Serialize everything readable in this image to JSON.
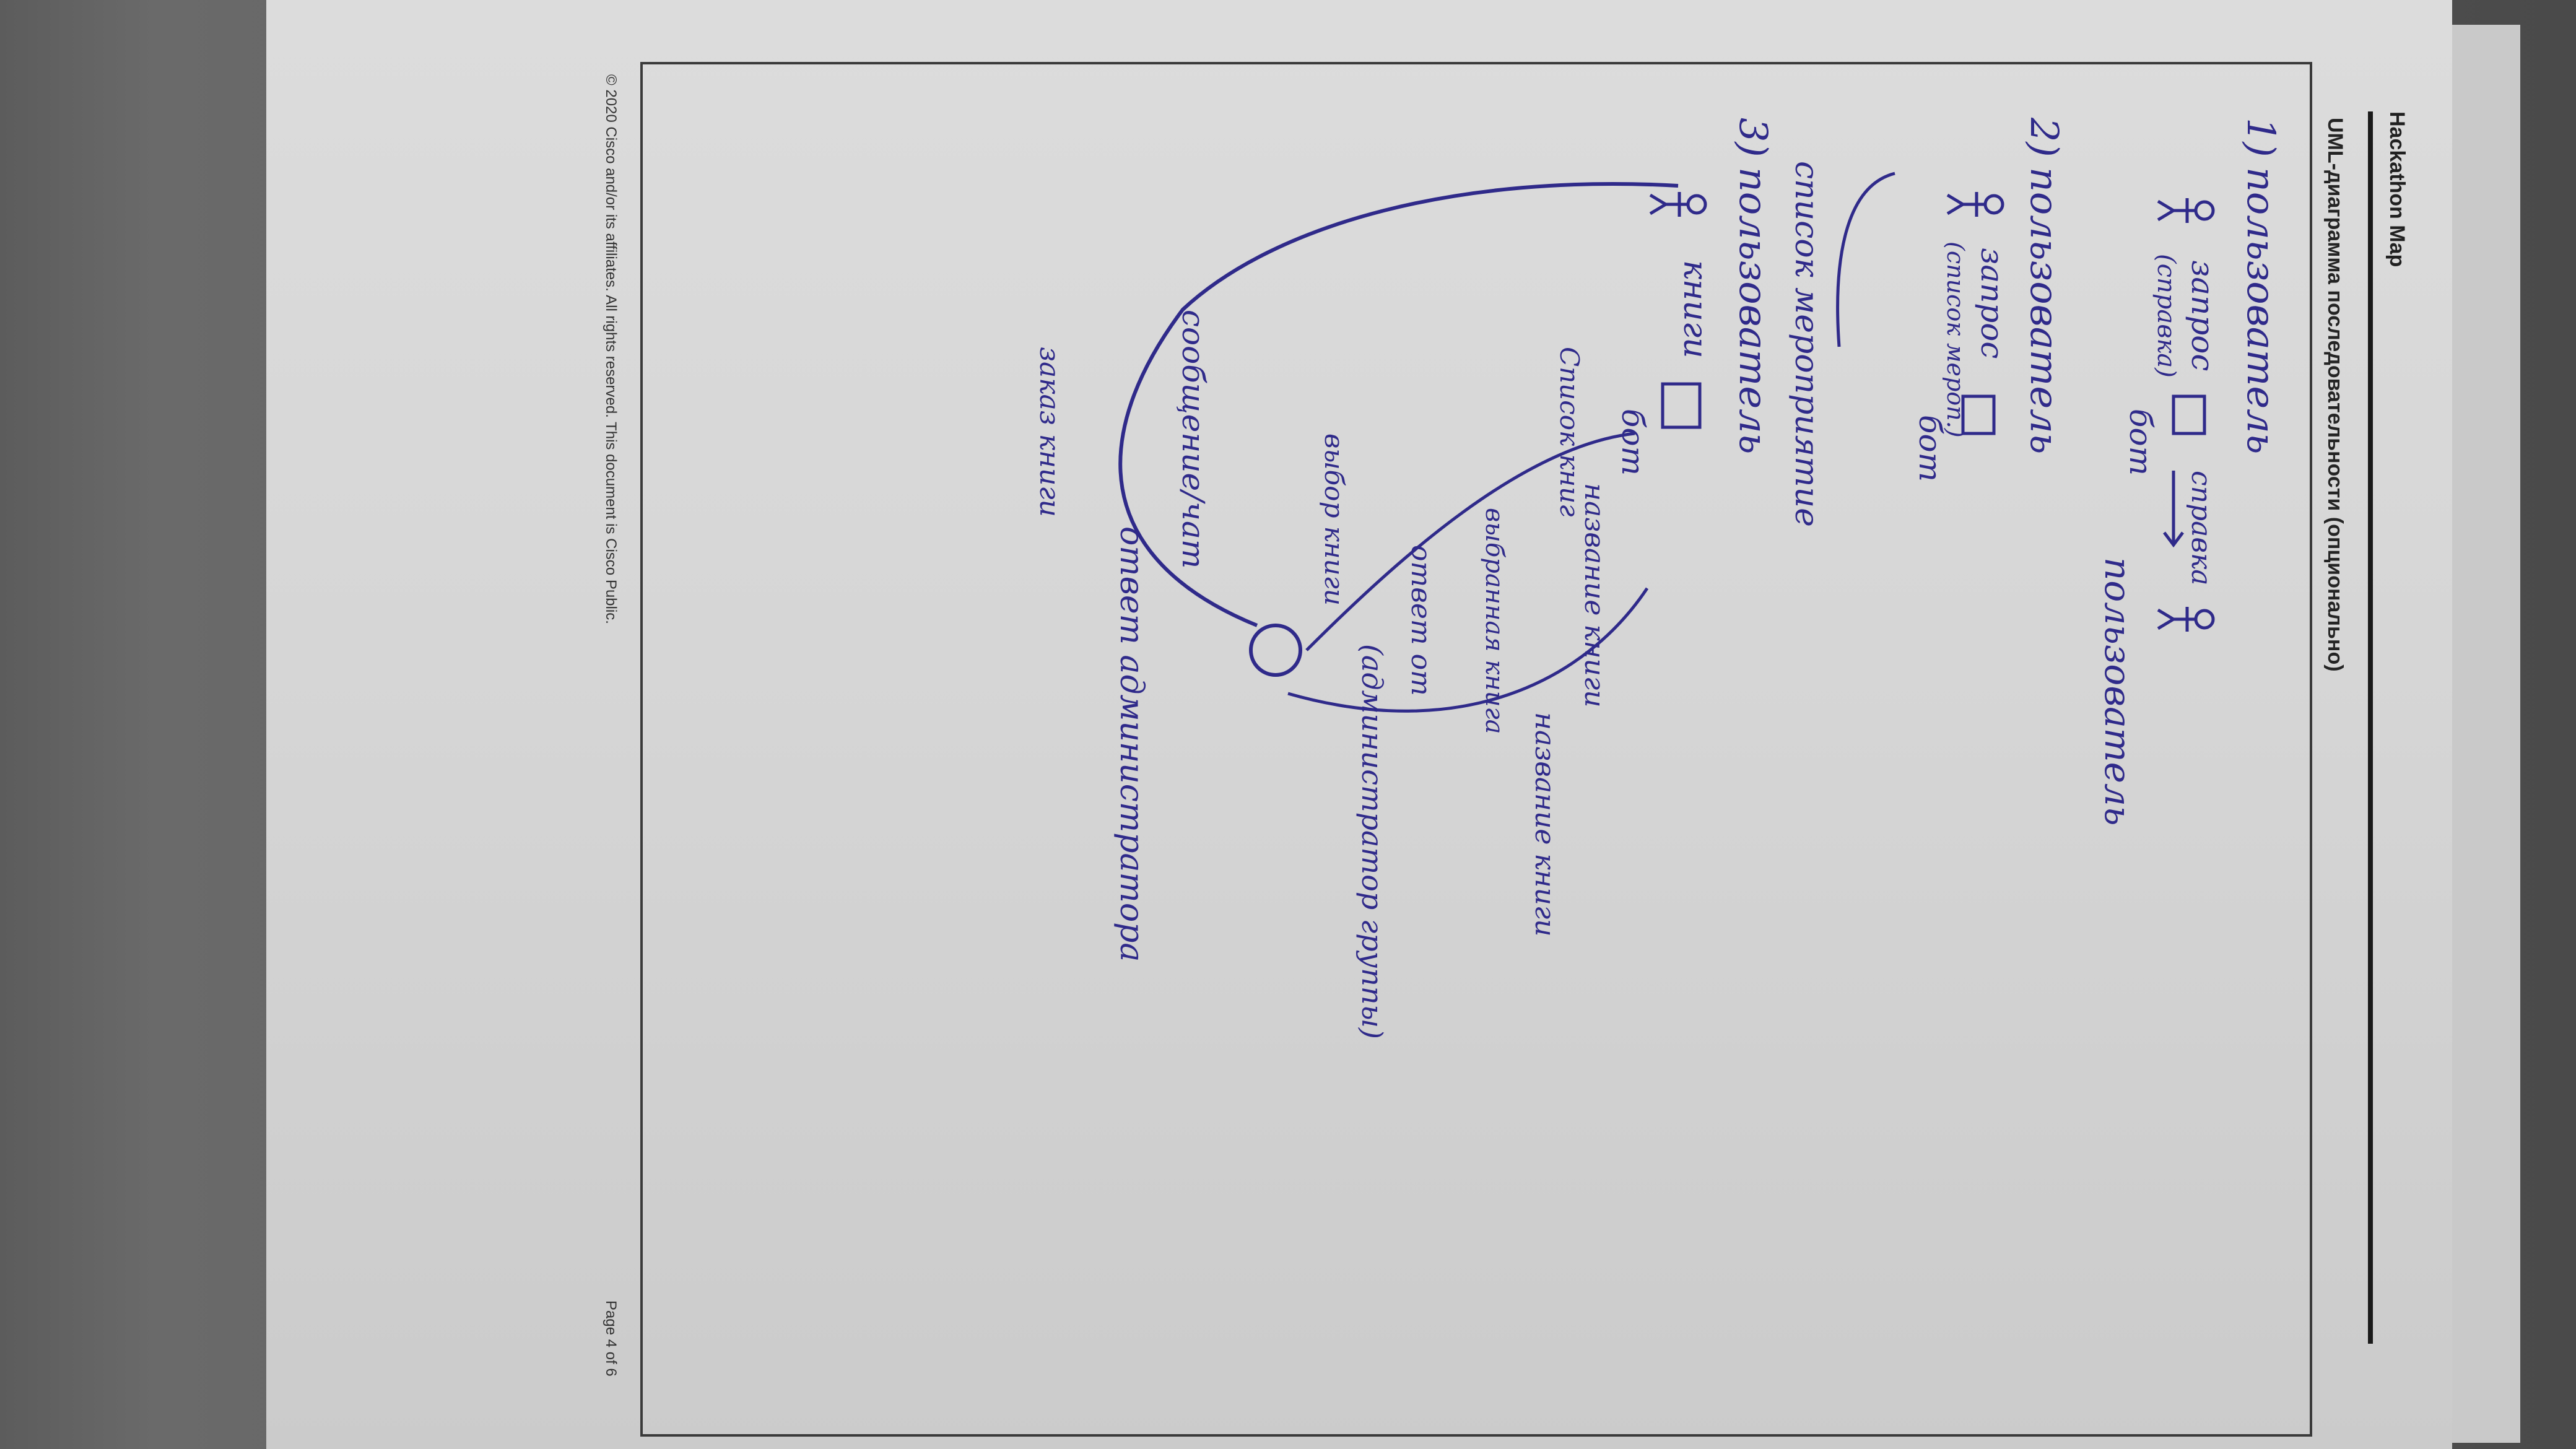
{
  "document": {
    "header_title": "Hackathon Map",
    "subtitle": "UML-диаграмма последовательности (опционально)",
    "footer_left": "© 2020 Cisco and/or its affiliates. All rights reserved. This document is Cisco Public.",
    "footer_right": "Page 4 of 6"
  },
  "colors": {
    "ink": "#2f2a8a",
    "paper": "#d8d8d8",
    "background": "#545454"
  },
  "sketch": {
    "scenario_1": {
      "number": "1)",
      "actor_label": "пользователь",
      "request_label": "запрос",
      "request_detail": "(справка)",
      "bot_label": "бот",
      "reply_label": "справка",
      "receiver_label": "пользователь"
    },
    "scenario_2": {
      "number": "2)",
      "actor_label": "пользователь",
      "request_label": "запрос",
      "request_detail": "(список мероп.)",
      "bot_label": "бот",
      "reply_label": "список мероприятие"
    },
    "scenario_3": {
      "number": "3)",
      "actor_label": "пользователь",
      "action_label": "книги",
      "bot_label": "бот",
      "step_1": "Список книг",
      "step_2": "название книги",
      "step_3": "название книги",
      "step_4": "выбранная книга",
      "step_5": "ответ от",
      "step_6": "(администратор группы)",
      "step_7": "выбор книги",
      "step_8": "сообщение/чат",
      "step_9": "ответ администратора",
      "step_10": "заказ книги"
    }
  }
}
